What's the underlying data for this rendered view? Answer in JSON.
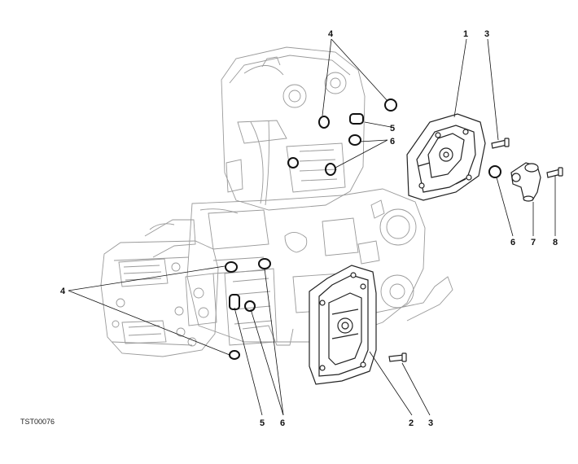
{
  "callouts": {
    "c1": "1",
    "c2": "2",
    "c3a": "3",
    "c3b": "3",
    "c4a": "4",
    "c4b": "4",
    "c5a": "5",
    "c5b": "5",
    "c6a": "6",
    "c6b": "6",
    "c6c": "6",
    "c7": "7",
    "c8": "8"
  },
  "drawing_code": "TST00076",
  "colors": {
    "line": "#111111",
    "ghost": "#9a9a9a",
    "background": "#ffffff"
  }
}
